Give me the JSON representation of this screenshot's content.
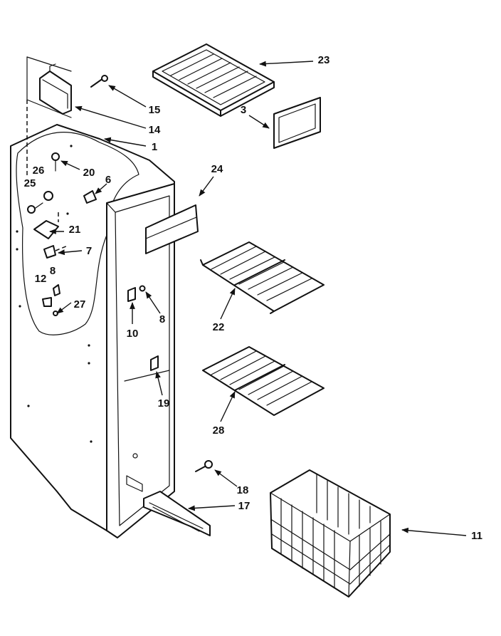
{
  "labels": [
    {
      "id": "p23",
      "text": "23"
    },
    {
      "id": "p3",
      "text": "3"
    },
    {
      "id": "p15",
      "text": "15"
    },
    {
      "id": "p14",
      "text": "14"
    },
    {
      "id": "p1",
      "text": "1"
    },
    {
      "id": "p24",
      "text": "24"
    },
    {
      "id": "p26",
      "text": "26"
    },
    {
      "id": "p20",
      "text": "20"
    },
    {
      "id": "p25",
      "text": "25"
    },
    {
      "id": "p6",
      "text": "6"
    },
    {
      "id": "p21",
      "text": "21"
    },
    {
      "id": "p7",
      "text": "7"
    },
    {
      "id": "p8a",
      "text": "8"
    },
    {
      "id": "p12",
      "text": "12"
    },
    {
      "id": "p27",
      "text": "27"
    },
    {
      "id": "p8b",
      "text": "8"
    },
    {
      "id": "p10",
      "text": "10"
    },
    {
      "id": "p22",
      "text": "22"
    },
    {
      "id": "p28",
      "text": "28"
    },
    {
      "id": "p19",
      "text": "19"
    },
    {
      "id": "p18",
      "text": "18"
    },
    {
      "id": "p17",
      "text": "17"
    },
    {
      "id": "p11",
      "text": "11"
    }
  ]
}
